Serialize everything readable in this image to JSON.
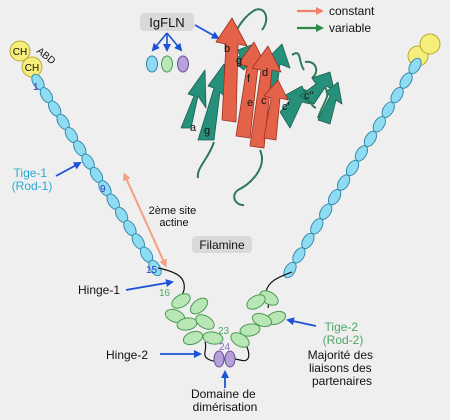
{
  "title": "Filamine",
  "abd_label": "ABD",
  "ch_label": "CH",
  "igfln_label": "IgFLN",
  "legend": {
    "constant": "constant",
    "variable": "variable",
    "constant_color": "#f0806a",
    "variable_color": "#2a8a4a"
  },
  "strands": {
    "a": "a",
    "b": "b",
    "c": "c",
    "c_prime": "c'",
    "c_dprime": "c\"",
    "d": "d",
    "e": "e",
    "f": "f",
    "g": "g"
  },
  "numbers": {
    "n1": "1",
    "n9": "9",
    "n15": "15",
    "n16": "16",
    "n23": "23",
    "n24": "24"
  },
  "rod1": {
    "line1": "Tige-1",
    "line2": "(Rod-1)"
  },
  "rod2": {
    "line1": "Tige-2",
    "line2": "(Rod-2)"
  },
  "second_site": {
    "line1": "2ème site",
    "line2": "actine"
  },
  "hinge1": "Hinge-1",
  "hinge2": "Hinge-2",
  "dimer": {
    "line1": "Domaine de",
    "line2": "dimérisation"
  },
  "partners": {
    "line1": "Majorité des",
    "line2": "liaisons des",
    "line3": "partenaires"
  },
  "colors": {
    "rod1_domain": "#8fdcf2",
    "rod1_stroke": "#2c86a8",
    "rod2_domain": "#b8e6b4",
    "rod2_stroke": "#4a9a55",
    "dimer_domain": "#b5a2d8",
    "ch_domain": "#f5ee7a",
    "rod1_text": "#28a8d8",
    "rod2_text": "#4aa865",
    "number_blue": "#2838c8",
    "arrow_blue": "#1c52d8",
    "arrow_orange": "#f4a080"
  }
}
